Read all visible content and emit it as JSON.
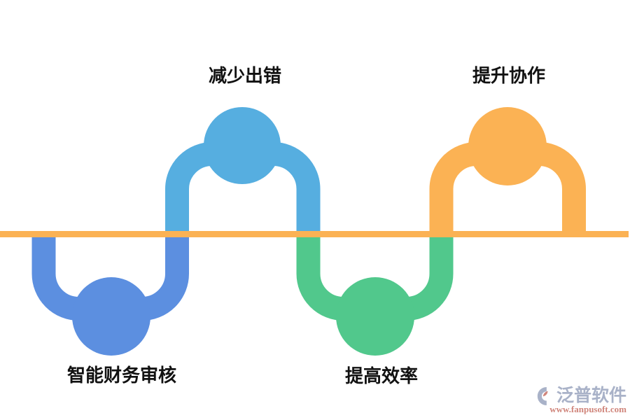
{
  "diagram": {
    "kind": "serpentine-process-infographic",
    "baseline_color": "#FBB254",
    "items": [
      {
        "label": "智能财务审核",
        "color": "#5C8FE0",
        "position": "bottom"
      },
      {
        "label": "减少出错",
        "color": "#56AEE0",
        "position": "top"
      },
      {
        "label": "提高效率",
        "color": "#51C88C",
        "position": "bottom"
      },
      {
        "label": "提升协作",
        "color": "#FBB254",
        "position": "top"
      }
    ]
  },
  "watermark": {
    "brand": "泛普软件",
    "url": "www.fanpusoft.com",
    "brand_color": "#A9B2C8",
    "url_color": "#D0857B",
    "icon": "fanpu-swoosh-logo"
  }
}
